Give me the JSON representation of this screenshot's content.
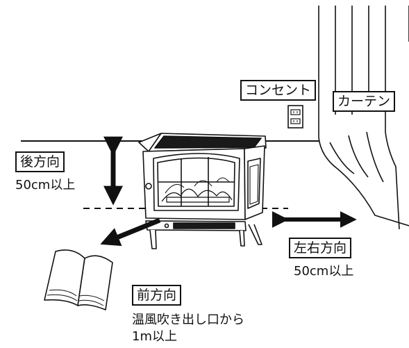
{
  "labels": {
    "outlet": "コンセント",
    "curtain": "カーテン",
    "rear": "後方向",
    "rear_distance": "50cm以上",
    "side": "左右方向",
    "side_distance": "50cm以上",
    "front": "前方向",
    "front_note": "温風吹き出し口から",
    "front_distance": "1m以上"
  }
}
